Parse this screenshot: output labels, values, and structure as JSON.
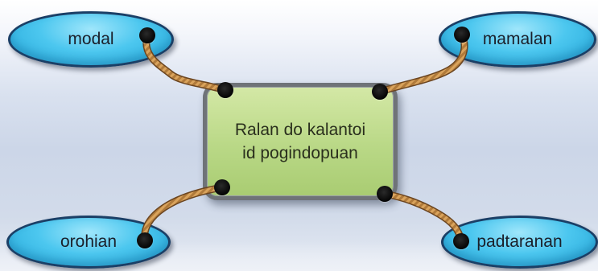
{
  "diagram": {
    "center": {
      "label": "Ralan do kalantoi id pogindopuan"
    },
    "nodes": [
      {
        "id": "top-left",
        "label": "modal"
      },
      {
        "id": "top-right",
        "label": "mamalan"
      },
      {
        "id": "bottom-left",
        "label": "orohian"
      },
      {
        "id": "bottom-right",
        "label": "padtaranan"
      }
    ],
    "connections": [
      {
        "from": "center",
        "to": "top-left"
      },
      {
        "from": "center",
        "to": "top-right"
      },
      {
        "from": "center",
        "to": "bottom-left"
      },
      {
        "from": "center",
        "to": "bottom-right"
      }
    ],
    "colors": {
      "node_fill": "#4cc7ef",
      "node_border": "#1b3f66",
      "center_fill": "#b9d886",
      "center_border": "#6f7378",
      "rope": "#b07a3a",
      "hole": "#050505"
    }
  }
}
